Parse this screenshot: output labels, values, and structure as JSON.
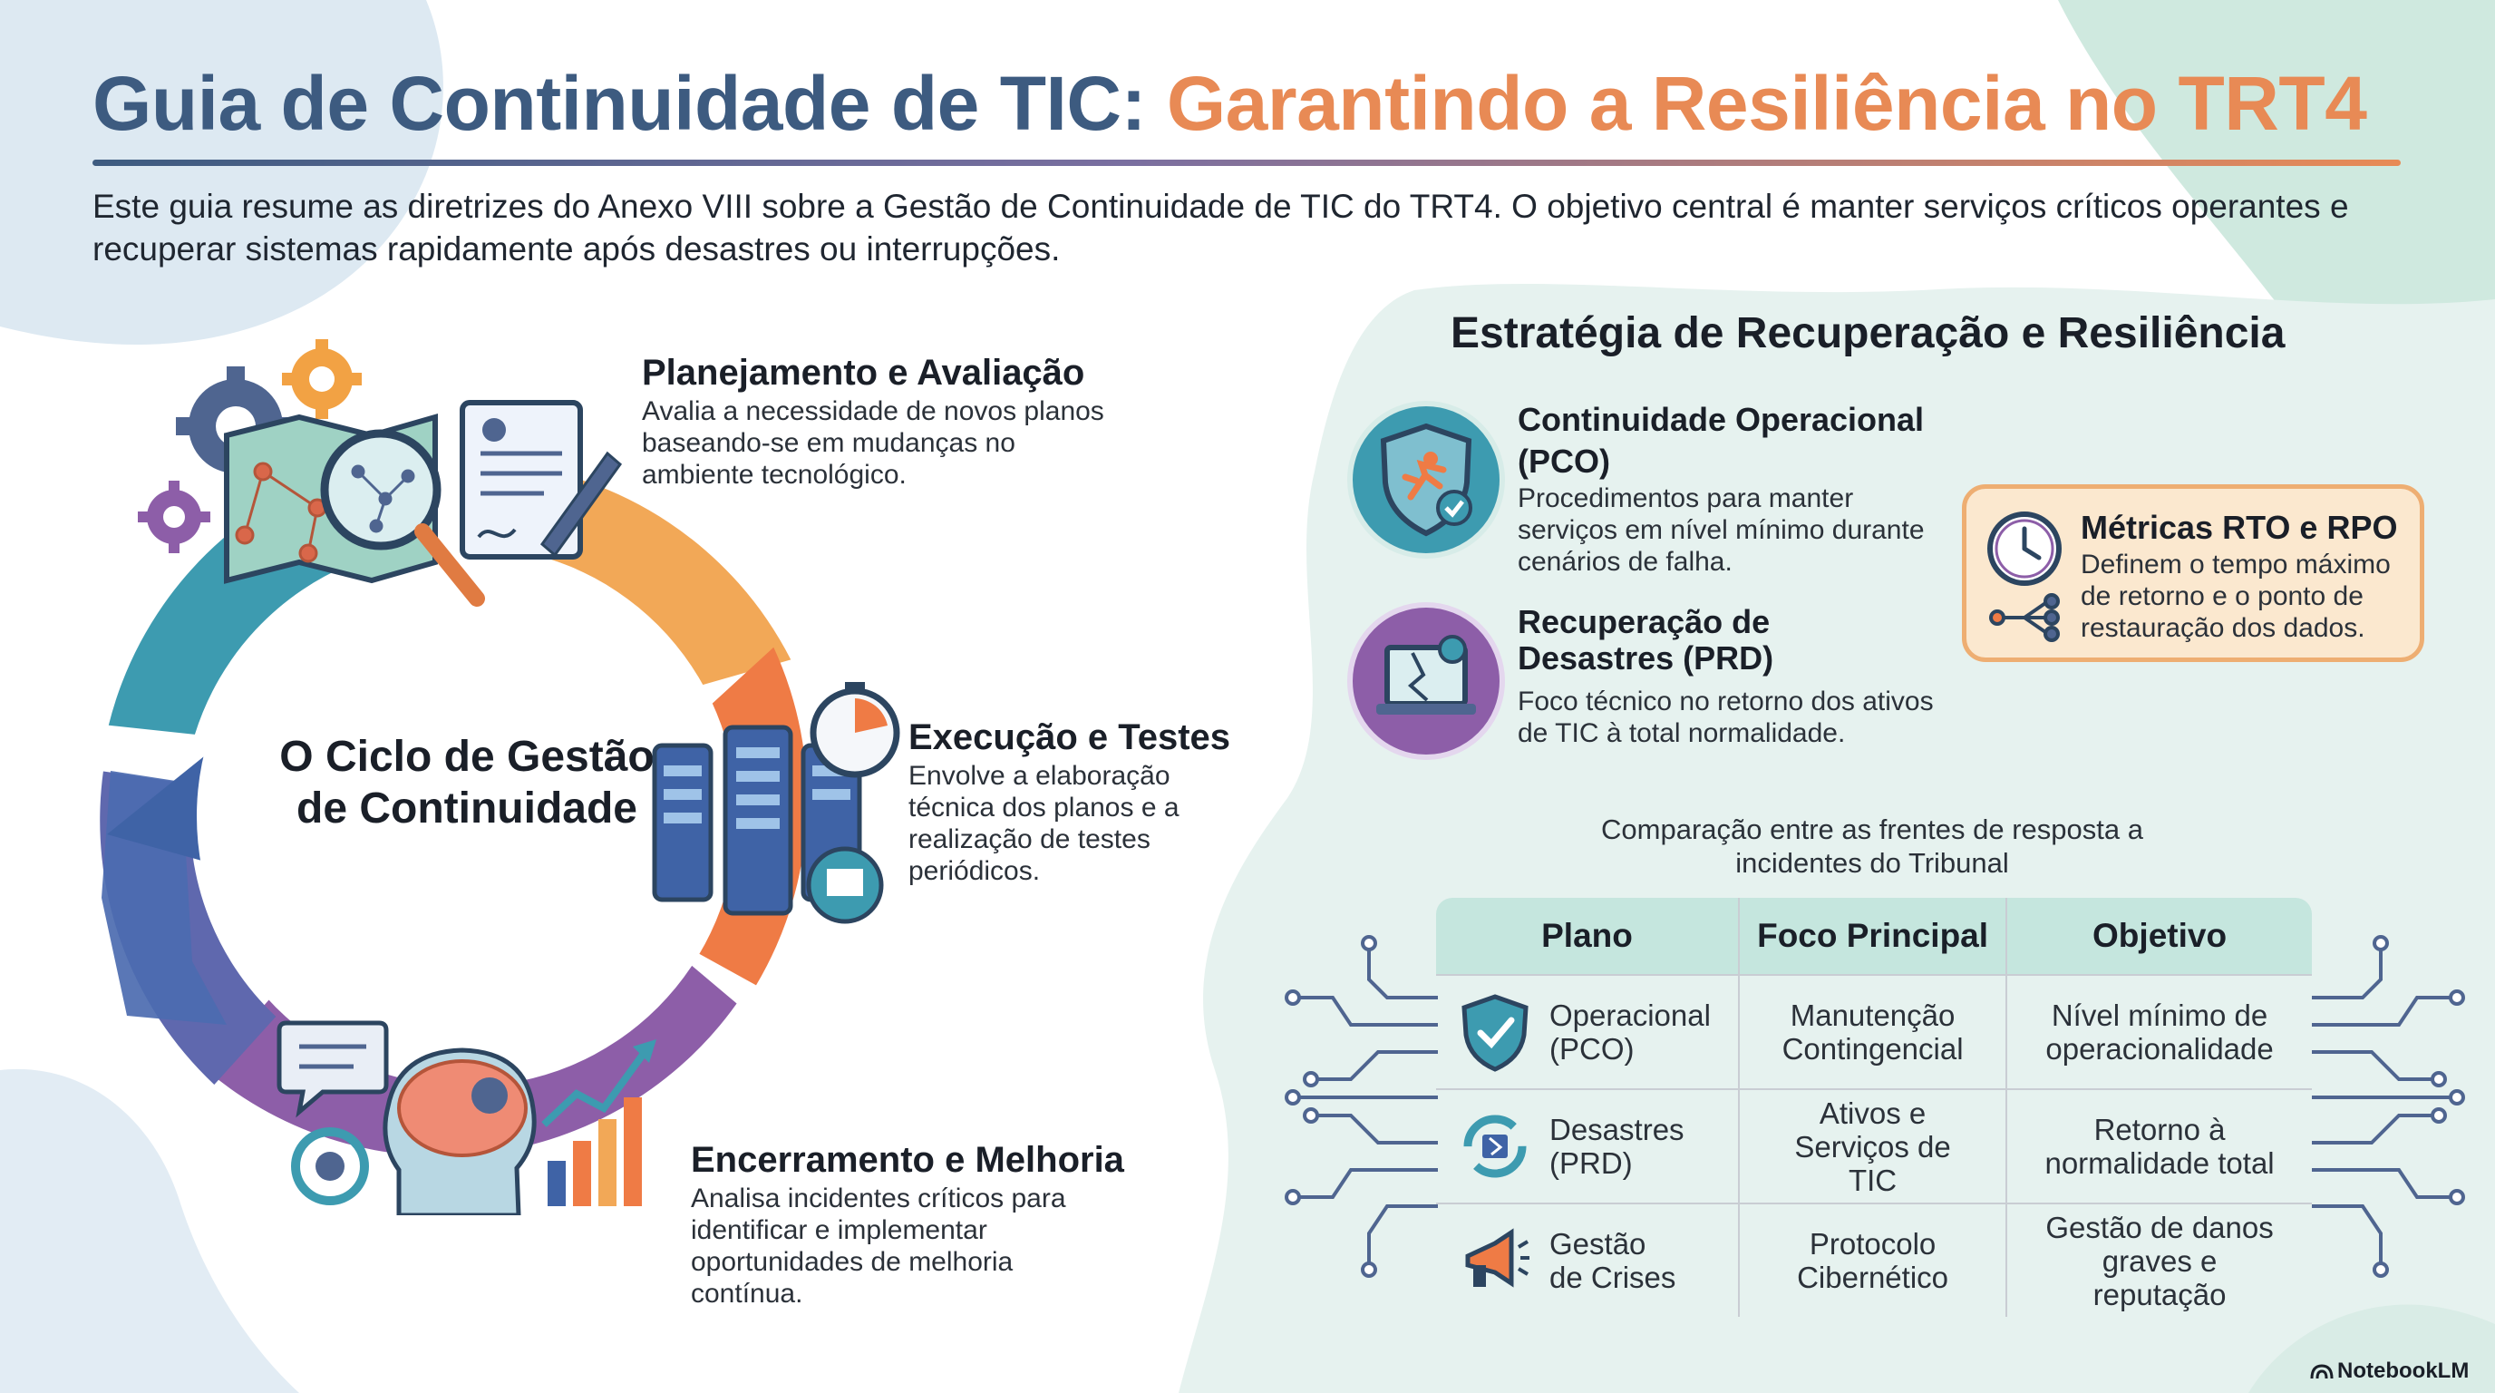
{
  "header": {
    "title_part1": "Guia de Continuidade de TIC:",
    "title_part2": "Garantindo a Resiliência no TRT4",
    "intro": "Este guia resume as diretrizes do Anexo VIII sobre a Gestão de Continuidade de TIC do TRT4. O objetivo central é manter serviços críticos operantes e recuperar sistemas rapidamente após desastres ou interrupções."
  },
  "cycle": {
    "center_label": "O Ciclo de Gestão de Continuidade",
    "stages": [
      {
        "title": "Planejamento e Avaliação",
        "description": "Avalia a necessidade de novos planos baseando-se em mudanças no ambiente tecnológico."
      },
      {
        "title": "Execução e Testes",
        "description": "Envolve a elaboração técnica dos planos e a realização de testes periódicos."
      },
      {
        "title": "Encerramento e Melhoria",
        "description": "Analisa incidentes críticos para identificar e implementar oportunidades de melhoria contínua."
      }
    ],
    "colors": {
      "blue": "#3f63a6",
      "teal": "#3d9bb0",
      "orange": "#ef7b45",
      "amber": "#f2a857",
      "purple": "#8d5ea8",
      "violet": "#5f68ae"
    }
  },
  "strategy": {
    "title": "Estratégia de Recuperação e Resiliência",
    "items": [
      {
        "title": "Continuidade Operacional (PCO)",
        "description": "Procedimentos para manter serviços em nível mínimo durante cenários de falha.",
        "icon": "shield-runner-icon"
      },
      {
        "title": "Recuperação de Desastres (PRD)",
        "description": "Foco técnico no retorno dos ativos de TIC à total normalidade.",
        "icon": "broken-laptop-icon"
      }
    ],
    "metrics": {
      "title": "Métricas RTO e RPO",
      "description": "Definem o tempo máximo de retorno e o ponto de restauração dos dados.",
      "icon": "clock-icon"
    }
  },
  "comparison": {
    "caption": "Comparação entre as frentes de resposta a incidentes do Tribunal",
    "headers": [
      "Plano",
      "Foco Principal",
      "Objetivo"
    ],
    "rows": [
      {
        "plan": "Operacional (PCO)",
        "focus": "Manutenção Contingencial",
        "goal": "Nível mínimo de operacionalidade",
        "icon": "shield-check-icon"
      },
      {
        "plan": "Desastres (PRD)",
        "focus": "Ativos e Serviços de TIC",
        "goal": "Retorno à normalidade total",
        "icon": "recovery-cycle-icon"
      },
      {
        "plan": "Gestão de Crises",
        "focus": "Protocolo Cibernético",
        "goal": "Gestão de danos graves e reputação",
        "icon": "megaphone-icon"
      }
    ]
  },
  "footer": {
    "brand": "NotebookLM"
  }
}
